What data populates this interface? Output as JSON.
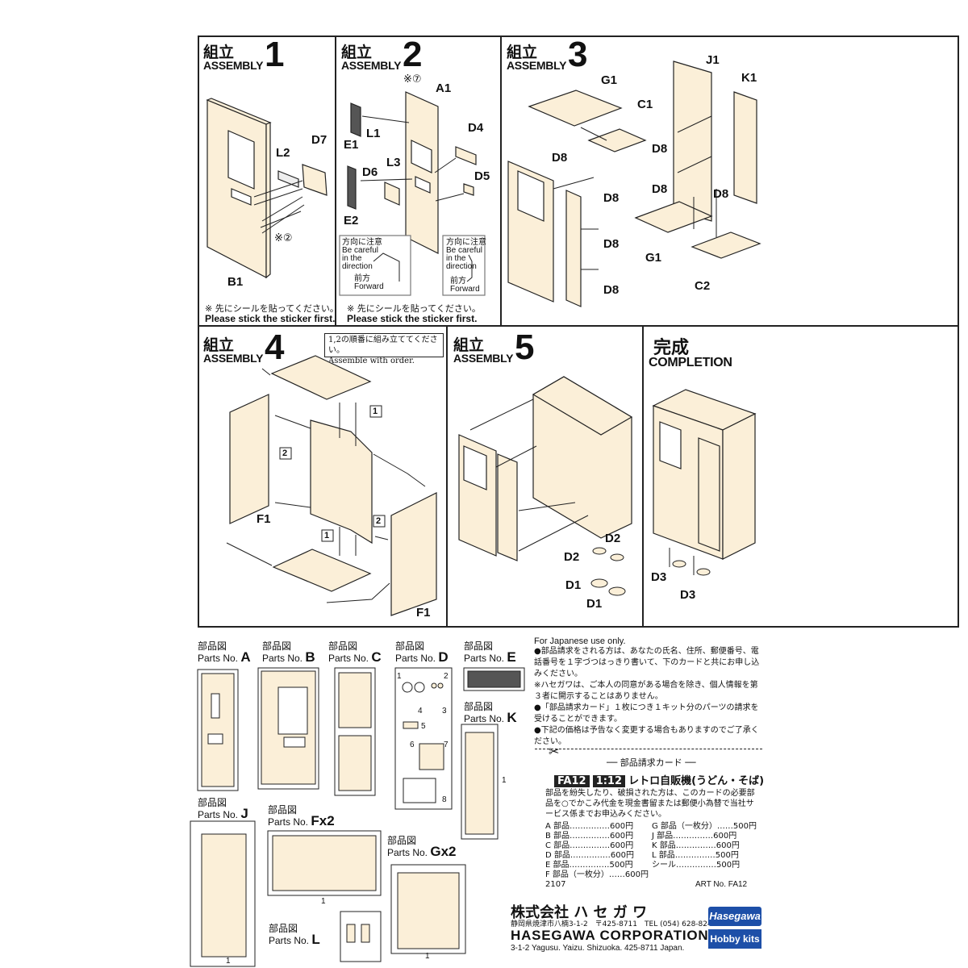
{
  "steps": [
    {
      "jp": "組立",
      "en": "ASSEMBLY",
      "num": "1"
    },
    {
      "jp": "組立",
      "en": "ASSEMBLY",
      "num": "2"
    },
    {
      "jp": "組立",
      "en": "ASSEMBLY",
      "num": "3"
    },
    {
      "jp": "組立",
      "en": "ASSEMBLY",
      "num": "4"
    },
    {
      "jp": "組立",
      "en": "ASSEMBLY",
      "num": "5"
    }
  ],
  "completion": {
    "jp": "完成",
    "en": "COMPLETION"
  },
  "step1_labels": {
    "b1": "B1",
    "l2": "L2",
    "d7": "D7",
    "ref": "※②"
  },
  "step2_labels": {
    "a1": "A1",
    "ref": "※⑦",
    "l1": "L1",
    "e1": "E1",
    "d4": "D4",
    "d6": "D6",
    "l3": "L3",
    "d5": "D5",
    "e2": "E2"
  },
  "caution": {
    "jp1": "方向に注意",
    "en1": "Be careful",
    "en2": "in the",
    "en3": "direction",
    "jp2": "前方",
    "en4": "Forward"
  },
  "sticker_note": {
    "jp": "※ 先にシールを貼ってください。",
    "en": "Please stick the sticker first."
  },
  "step3_labels": {
    "g1a": "G1",
    "c1": "C1",
    "j1": "J1",
    "k1": "K1",
    "d8": "D8",
    "g1b": "G1",
    "c2": "C2"
  },
  "step4_labels": {
    "order_jp": "1,2の順番に組み立ててください。",
    "order_en": "Assemble with order.",
    "f1": "F1",
    "n1": "1",
    "n2": "2"
  },
  "step5_labels": {
    "d1": "D1",
    "d2": "D2"
  },
  "completion_labels": {
    "d3": "D3"
  },
  "parts_heads": [
    {
      "jp": "部品図",
      "en": "Parts No.",
      "id": "A"
    },
    {
      "jp": "部品図",
      "en": "Parts No.",
      "id": "B"
    },
    {
      "jp": "部品図",
      "en": "Parts No.",
      "id": "C"
    },
    {
      "jp": "部品図",
      "en": "Parts No.",
      "id": "D"
    },
    {
      "jp": "部品図",
      "en": "Parts No.",
      "id": "E"
    },
    {
      "jp": "部品図",
      "en": "Parts No.",
      "id": "K"
    },
    {
      "jp": "部品図",
      "en": "Parts No.",
      "id": "J"
    },
    {
      "jp": "部品図",
      "en": "Parts No.",
      "id": "Fx2"
    },
    {
      "jp": "部品図",
      "en": "Parts No.",
      "id": "Gx2"
    },
    {
      "jp": "部品図",
      "en": "Parts No.",
      "id": "L"
    }
  ],
  "d_sprue_numbers": [
    "1",
    "2",
    "3",
    "4",
    "5",
    "6",
    "7",
    "8"
  ],
  "sprue_index": "1",
  "japanese_info": {
    "title": "For Japanese use only.",
    "p1": "●部品請求をされる方は、あなたの氏名、住所、郵便番号、電話番号を１字づつはっきり書いて、下のカードと共にお申し込みください。",
    "p2": "※ハセガワは、ご本人の同意がある場合を除き、個人情報を第３者に開示することはありません。",
    "p3": "●「部品請求カード」１枚につき１キット分のパーツの請求を受けることができます。",
    "p4": "●下記の価格は予告なく変更する場合もありますのでご了承ください。"
  },
  "card": {
    "title": "部品請求カード",
    "code": "FA12",
    "scale": "1:12",
    "name": "レトロ自販機(うどん・そば)",
    "desc": "部品を紛失したり、破損された方は、このカードの必要部品を○でかこみ代金を現金書留または郵便小為替で当社サービス係までお申込みください。",
    "prices_left": [
      "A 部品……………600円",
      "B 部品……………600円",
      "C 部品……………600円",
      "D 部品……………600円",
      "E 部品……………500円",
      "F 部品（一枚分）……600円"
    ],
    "prices_right": [
      "G 部品（一枚分）……500円",
      "J 部品……………600円",
      "K 部品……………600円",
      "L 部品……………500円",
      "シール……………500円"
    ],
    "lot": "2107",
    "art": "ART No. FA12"
  },
  "company": {
    "jp": "株式会社 ハ セ ガ ワ",
    "addr_jp": "静岡県焼津市八楠3-1-2　〒425-8711　TEL (054) 628-8241",
    "en": "HASEGAWA CORPORATION",
    "addr_en": "3-1-2 Yagusu. Yaizu. Shizuoka. 425-8711 Japan.",
    "logo": "Hasegawa",
    "logo2": "Hobby kits"
  },
  "colors": {
    "part": "#fbefd8",
    "line": "#222222",
    "panel": "#ffffff"
  }
}
